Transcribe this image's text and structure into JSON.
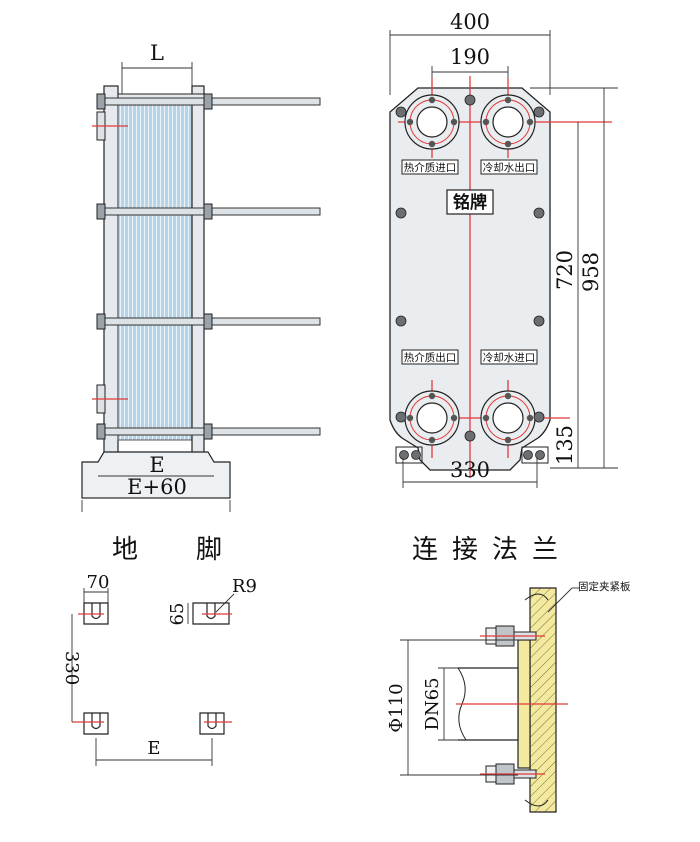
{
  "side_view": {
    "dim_top": "L",
    "dim_base_inner": "E",
    "dim_base_outer": "E+60"
  },
  "front_view": {
    "dim_width": "400",
    "dim_port_spacing": "190",
    "dim_port_vertical": "720",
    "dim_total_height": "958",
    "dim_bottom_port": "135",
    "dim_foot_spacing": "330",
    "label_hot_out_top": "热介质进口",
    "label_cool_out_top": "冷却水出口",
    "label_hot_out_bottom": "热介质出口",
    "label_cool_in_bottom": "冷却水进口",
    "nameplate": "铭牌"
  },
  "feet": {
    "title": "地脚",
    "dim_width": "70",
    "dim_height": "65",
    "dim_radius": "R9",
    "dim_vertical": "330",
    "dim_horizontal": "E"
  },
  "flange": {
    "title": "连接法兰",
    "label_plate": "固定夹紧板",
    "dim_outer": "Φ110",
    "dim_nominal": "DN65"
  },
  "colors": {
    "body": "#e9edf0",
    "plates": "#b7d3e6",
    "centerline": "#e23a3a"
  }
}
